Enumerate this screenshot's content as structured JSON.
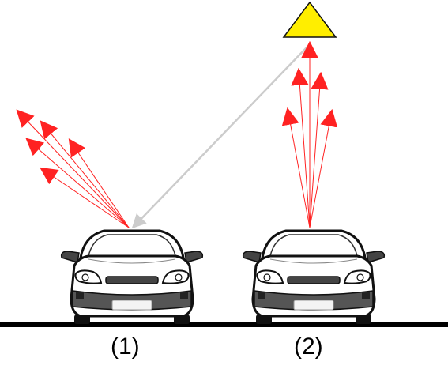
{
  "labels": {
    "car_1": "(1)",
    "car_2": "(2)"
  },
  "colors": {
    "source": "#ffee00",
    "incident_ray": "#cccccc",
    "reflected_rays": "#ff2222",
    "road": "#000000"
  },
  "icons": [
    "light-source-triangle",
    "car-front-view"
  ]
}
